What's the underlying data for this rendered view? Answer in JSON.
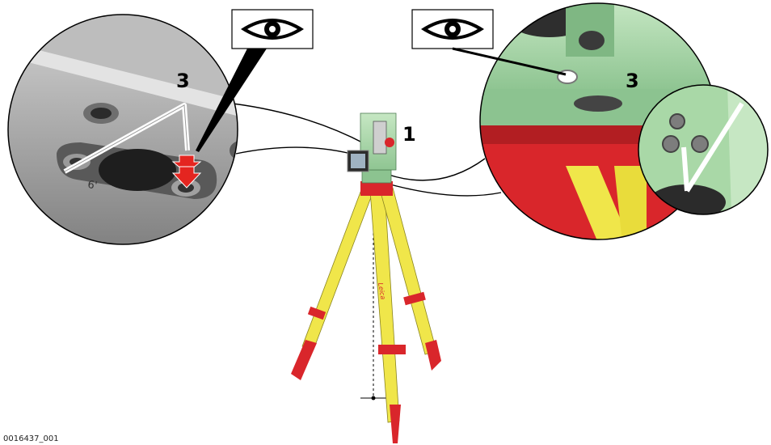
{
  "figure_id": "0016437_001",
  "callouts": {
    "left_detail": "3",
    "instrument": "1",
    "right_detail": "3"
  },
  "engraving": "6'",
  "tripod_brand": "Leica",
  "icons": [
    "eye-icon",
    "eye-icon"
  ],
  "colors": {
    "tripod_leg": "#f0e64a",
    "tripod_clamp": "#e0232a",
    "instrument": "#9fd3a2",
    "tribrach_red": "#d9262b",
    "metal_grey": "#8e8e8e",
    "arrow_red": "#e42520"
  }
}
